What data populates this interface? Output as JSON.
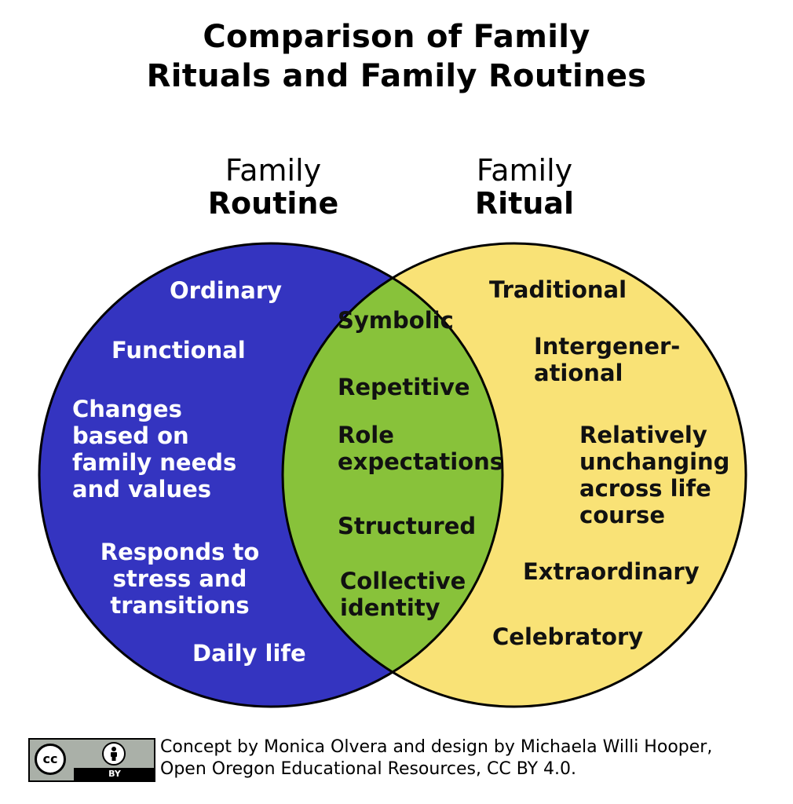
{
  "title": "Comparison of Family\nRituals and Family Routines",
  "sets": {
    "routine": {
      "label_line1": "Family",
      "label_line2": "Routine",
      "color": "#3434c0"
    },
    "ritual": {
      "label_line1": "Family",
      "label_line2": "Ritual",
      "color": "#f9e276"
    },
    "overlap": {
      "color": "#88c23a"
    }
  },
  "routine_items": [
    "Ordinary",
    "Functional",
    "Changes\nbased on\nfamily needs\nand values",
    "Responds to\nstress and\ntransitions",
    "Daily life"
  ],
  "both_items": [
    "Symbolic",
    "Repetitive",
    "Role\nexpectations",
    "Structured",
    "Collective\nidentity"
  ],
  "ritual_items": [
    "Traditional",
    "Intergener-\national",
    "Relatively\nunchanging\nacross life\ncourse",
    "Extraordinary",
    "Celebratory"
  ],
  "footer": {
    "license_badge_cc": "cc",
    "license_badge_by": "BY",
    "credit": "Concept by Monica Olvera and design by Michaela Willi Hooper,\nOpen Oregon Educational Resources, CC BY 4.0.",
    "icons": [
      "cc-icon",
      "person-icon"
    ]
  }
}
